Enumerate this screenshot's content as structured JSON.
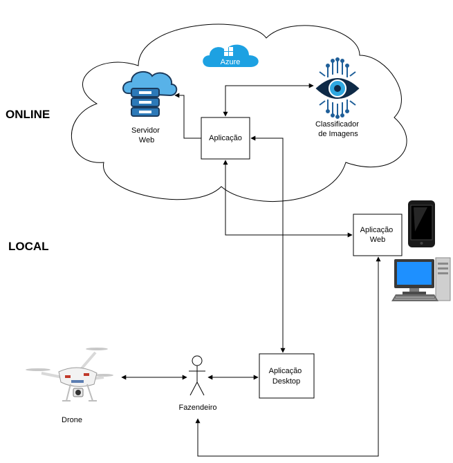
{
  "zones": {
    "online": "ONLINE",
    "local": "LOCAL"
  },
  "cloud": {
    "provider_label": "Azure",
    "provider_color": "#1DA1E2"
  },
  "nodes": {
    "servidor_web": [
      "Servidor",
      "Web"
    ],
    "aplicacao": "Aplicação",
    "classificador": [
      "Classificador",
      "de Imagens"
    ],
    "aplicacao_web": [
      "Aplicação",
      "Web"
    ],
    "aplicacao_desktop": [
      "Aplicação",
      "Desktop"
    ],
    "fazendeiro": "Fazendeiro",
    "drone": "Drone"
  },
  "colors": {
    "server_blue": "#2C79B8",
    "server_dark": "#1B3A5C",
    "eye_blue": "#1F5F99",
    "eye_dark": "#0E2A47",
    "screen_blue": "#1E90FF"
  }
}
